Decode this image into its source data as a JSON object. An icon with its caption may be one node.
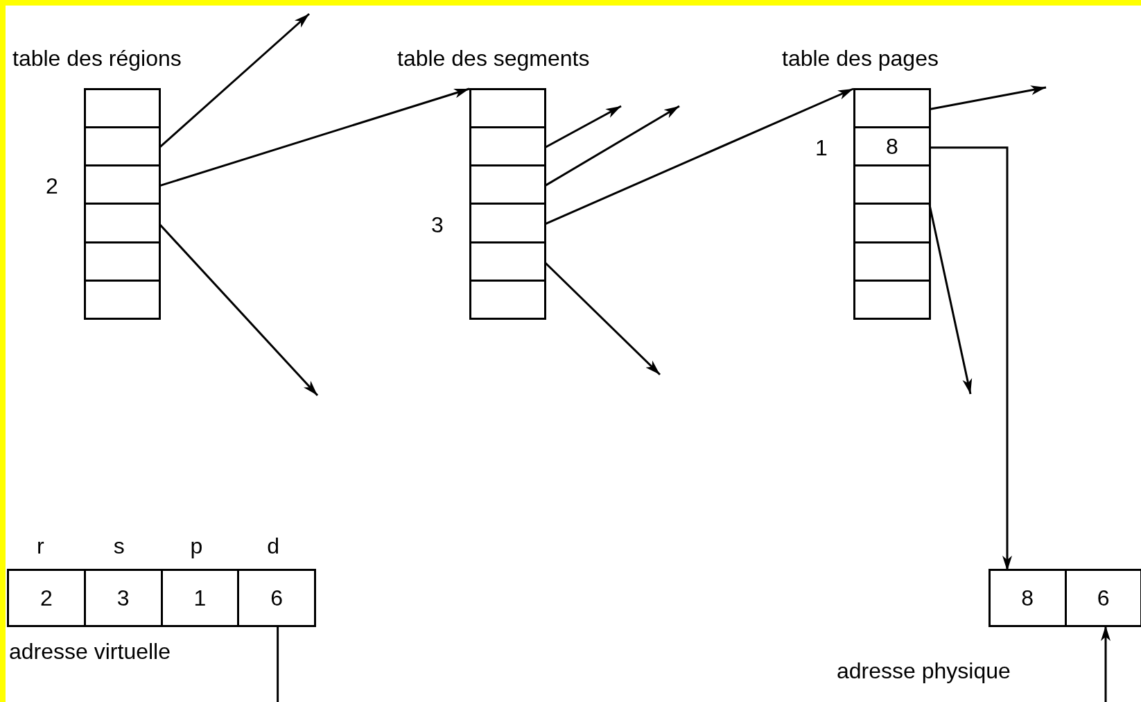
{
  "diagram": {
    "nodes": [
      {
        "text": [
          "table des régions"
        ]
      },
      {
        "text": [],
        "shape": "box",
        "in": 0
      },
      {
        "text": [],
        "shape": "box",
        "in": 0
      },
      {
        "text": [],
        "shape": "box",
        "in": 0,
        "beside": [
          "2"
        ]
      },
      {
        "text": [],
        "shape": "box",
        "in": 0
      },
      {
        "text": [],
        "shape": "box",
        "in": 0
      },
      {
        "text": [],
        "shape": "box",
        "in": 0
      },
      {
        "text": [
          "table des segments"
        ]
      },
      {
        "text": [],
        "shape": "box",
        "in": 7
      },
      {
        "text": [],
        "shape": "box",
        "in": 7
      },
      {
        "text": [],
        "shape": "box",
        "in": 7
      },
      {
        "text": [],
        "shape": "box",
        "in": 7,
        "beside": [
          "3"
        ]
      },
      {
        "text": [],
        "shape": "box",
        "in": 7
      },
      {
        "text": [],
        "shape": "box",
        "in": 7
      },
      {
        "text": [
          "table des pages"
        ]
      },
      {
        "text": [],
        "shape": "box",
        "in": 14
      },
      {
        "text": [
          "8"
        ],
        "in": 14,
        "beside": [
          "1"
        ]
      },
      {
        "text": [],
        "shape": "box",
        "in": 14
      },
      {
        "text": [],
        "shape": "box",
        "in": 14
      },
      {
        "text": [],
        "shape": "box",
        "in": 14
      },
      {
        "text": [],
        "shape": "box",
        "in": 14
      },
      {
        "text": [
          "adresse virtuelle"
        ]
      },
      {
        "text": [
          "2"
        ],
        "in": 21,
        "beside": [
          "r"
        ]
      },
      {
        "text": [
          "3"
        ],
        "in": 21,
        "beside": [
          "s"
        ]
      },
      {
        "text": [
          "1"
        ],
        "in": 21,
        "beside": [
          "p"
        ]
      },
      {
        "text": [
          "6"
        ],
        "in": 21,
        "beside": [
          "d"
        ]
      },
      {
        "text": [
          "adresse physique"
        ]
      },
      {
        "text": [
          "8"
        ],
        "in": 26
      },
      {
        "text": [
          "6"
        ],
        "in": 26
      }
    ],
    "edges": [
      {
        "from": 2,
        "to": null,
        "arrow": "to"
      },
      {
        "from": 3,
        "to": 7,
        "arrow": "to"
      },
      {
        "from": 4,
        "to": null,
        "arrow": "to"
      },
      {
        "from": 9,
        "to": null,
        "arrow": "to"
      },
      {
        "from": 10,
        "to": null,
        "arrow": "to"
      },
      {
        "from": 11,
        "to": 14,
        "arrow": "to"
      },
      {
        "from": 12,
        "to": null,
        "arrow": "to"
      },
      {
        "from": 15,
        "to": null,
        "arrow": "to"
      },
      {
        "from": 16,
        "to": 27,
        "arrow": "to"
      },
      {
        "from": 17,
        "to": null,
        "arrow": "to"
      },
      {
        "from": 25,
        "to": null,
        "arrow": "none"
      },
      {
        "from": null,
        "to": 28,
        "arrow": "to"
      }
    ]
  }
}
